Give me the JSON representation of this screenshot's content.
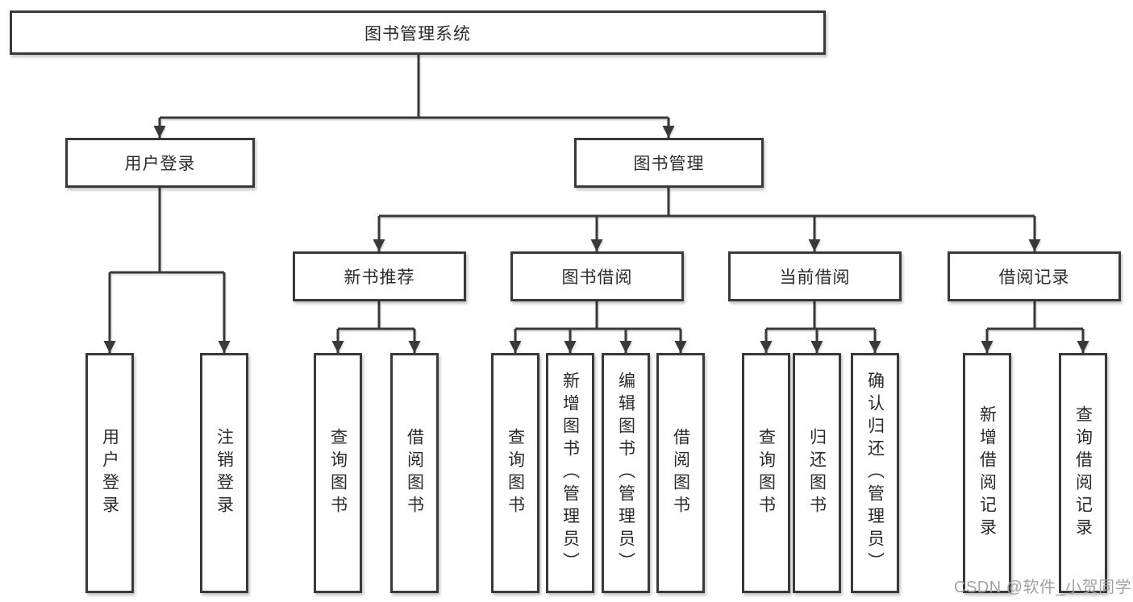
{
  "diagram": {
    "tree": {
      "label": "图书管理系统",
      "children": [
        {
          "label": "用户登录",
          "children": [
            {
              "label": "用户登录"
            },
            {
              "label": "注销登录"
            }
          ]
        },
        {
          "label": "图书管理",
          "children": [
            {
              "label": "新书推荐",
              "children": [
                {
                  "label": "查询图书"
                },
                {
                  "label": "借阅图书"
                }
              ]
            },
            {
              "label": "图书借阅",
              "children": [
                {
                  "label": "查询图书"
                },
                {
                  "label": "新增图书（管理员）"
                },
                {
                  "label": "编辑图书（管理员）"
                },
                {
                  "label": "借阅图书"
                }
              ]
            },
            {
              "label": "当前借阅",
              "children": [
                {
                  "label": "查询图书"
                },
                {
                  "label": "归还图书"
                },
                {
                  "label": "确认归还（管理员）"
                }
              ]
            },
            {
              "label": "借阅记录",
              "children": [
                {
                  "label": "新增借阅记录"
                },
                {
                  "label": "查询借阅记录"
                }
              ]
            }
          ]
        }
      ]
    },
    "colors": {
      "line": "#393939",
      "box_fill": "#ffffff",
      "text": "#2b2b2b",
      "watermark": "#a3a3a3"
    }
  },
  "watermark": {
    "text": "CSDN @软件_小贺同学"
  }
}
